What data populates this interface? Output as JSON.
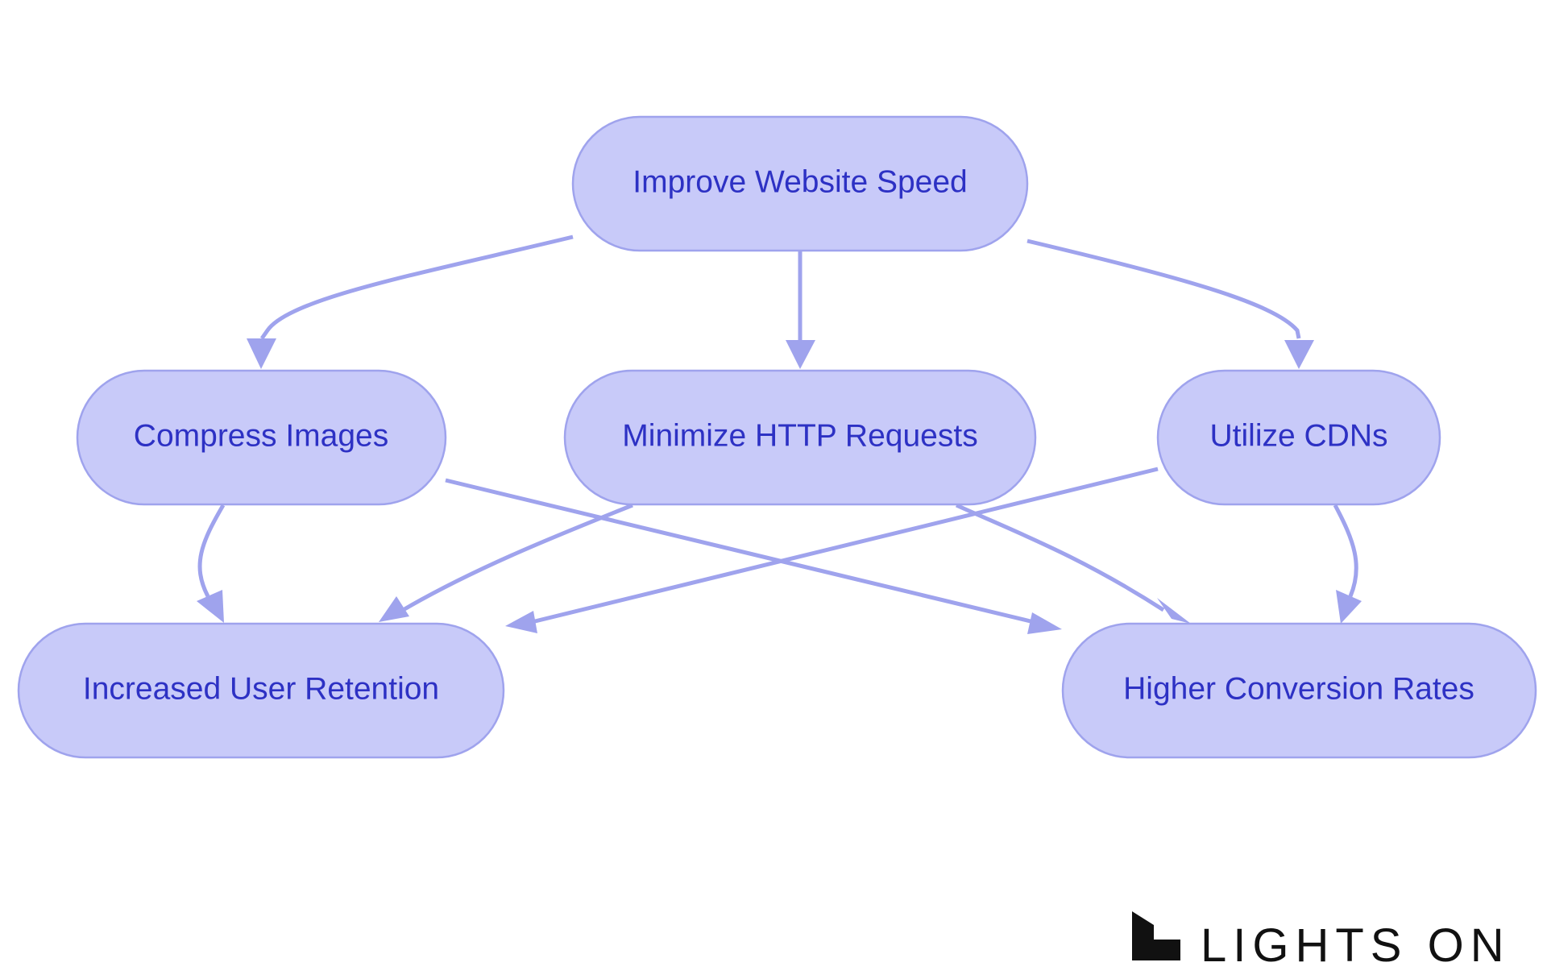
{
  "diagram": {
    "nodes": {
      "improve_speed": "Improve Website Speed",
      "compress_images": "Compress Images",
      "minimize_http": "Minimize HTTP Requests",
      "utilize_cdns": "Utilize CDNs",
      "user_retention": "Increased User Retention",
      "conversion_rates": "Higher Conversion Rates"
    },
    "edges": [
      {
        "from": "improve_speed",
        "to": "compress_images"
      },
      {
        "from": "improve_speed",
        "to": "minimize_http"
      },
      {
        "from": "improve_speed",
        "to": "utilize_cdns"
      },
      {
        "from": "compress_images",
        "to": "user_retention"
      },
      {
        "from": "compress_images",
        "to": "conversion_rates"
      },
      {
        "from": "minimize_http",
        "to": "user_retention"
      },
      {
        "from": "minimize_http",
        "to": "conversion_rates"
      },
      {
        "from": "utilize_cdns",
        "to": "user_retention"
      },
      {
        "from": "utilize_cdns",
        "to": "conversion_rates"
      }
    ],
    "colors": {
      "node_fill": "#c8caf9",
      "node_stroke": "#9fa3ed",
      "node_text": "#2d31c4",
      "edge": "#9fa3ed"
    }
  },
  "logo": {
    "text": "LIGHTS ON",
    "icon": "lights-on-logo-mark-icon"
  }
}
